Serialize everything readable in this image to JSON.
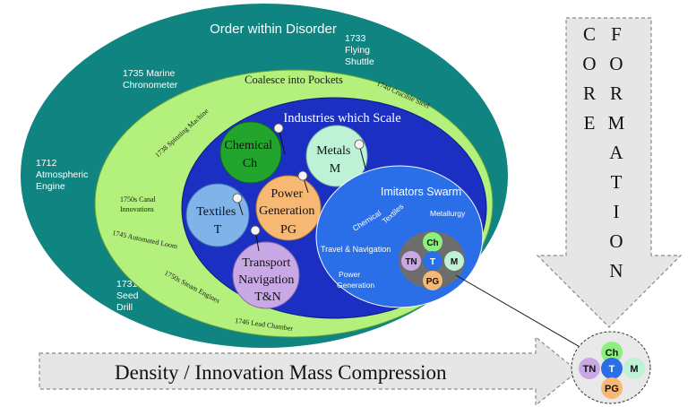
{
  "colors": {
    "outer_ellipse": "#0f8480",
    "pockets_ellipse": "#b4f07c",
    "scale_ellipse": "#1b2fc2",
    "imitators_ellipse": "#2a6fe8",
    "chemical": "#23a52d",
    "metals": "#bdf2d6",
    "textiles": "#7fb3ea",
    "power": "#f7b874",
    "transport": "#c9a8e6",
    "arrow_fill": "#e6e6e6",
    "arrow_stroke": "#8a8a8a"
  },
  "outer": {
    "title": "Order within Disorder",
    "events": {
      "flying_shuttle": [
        "1733",
        "Flying",
        "Shuttle"
      ],
      "marine_chronometer": [
        "1735 Marine",
        "Chronometer"
      ],
      "atmospheric_engine": [
        "1712",
        "Atmospheric",
        "Engine"
      ],
      "seed_drill": [
        "1731",
        "Seed",
        "Drill"
      ]
    }
  },
  "pockets": {
    "title": "Coalesce into Pockets",
    "events": {
      "crucible_steel": "1740 Crucible Steel",
      "spinning_machine": "1738 Spinning Machine",
      "canal_innovations": [
        "1750s Canal",
        "Innovations"
      ],
      "automated_loom": "1745 Automated Loom",
      "steam_engines": "1750s Steam Engines",
      "lead_chamber": "1746 Lead Chamber"
    }
  },
  "scale": {
    "title": "Industries which Scale",
    "chemical": [
      "Chemical",
      "Ch"
    ],
    "metals": [
      "Metals",
      "M"
    ],
    "textiles": [
      "Textiles",
      "T"
    ],
    "power": [
      "Power",
      "Generation",
      "PG"
    ],
    "transport": [
      "Transport",
      "Navigation",
      "T&N"
    ]
  },
  "imitators": {
    "title": "Imitators Swarm",
    "chemical": "Chemical",
    "textiles": "Textiles",
    "metallurgy": "Metallurgy",
    "travel": "Travel & Navigation",
    "power": [
      "Power",
      "Generation"
    ]
  },
  "core": {
    "ch": "Ch",
    "tn": "TN",
    "t": "T",
    "m": "M",
    "pg": "PG"
  },
  "arrows": {
    "vertical_left": [
      "C",
      "O",
      "R",
      "E"
    ],
    "vertical_right": [
      "F",
      "O",
      "R",
      "M",
      "A",
      "T",
      "I",
      "O",
      "N"
    ],
    "horizontal": "Density / Innovation Mass Compression"
  }
}
